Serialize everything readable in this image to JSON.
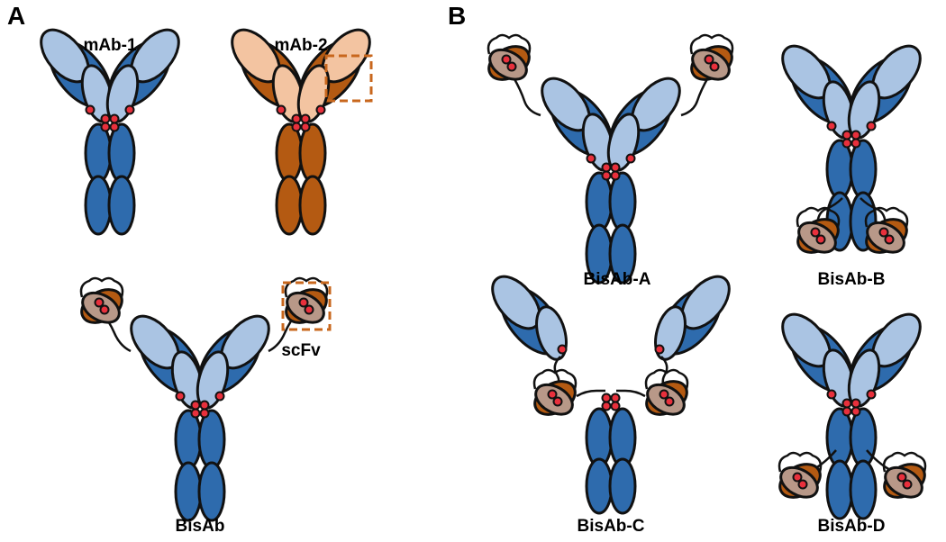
{
  "panels": {
    "a": "A",
    "b": "B"
  },
  "labels": {
    "mab1": "mAb-1",
    "mab2": "mAb-2",
    "scfv": "scFv",
    "bisab": "BisAb",
    "bisab_a": "BisAb-A",
    "bisab_b": "BisAb-B",
    "bisab_c": "BisAb-C",
    "bisab_d": "BisAb-D"
  },
  "colors": {
    "blue_dark": "#2e6bad",
    "blue_light": "#aac4e3",
    "orange_dark": "#b45a12",
    "orange_light": "#f3c4a1",
    "scfv_fill": "#b89888",
    "disulfide": "#e8303c",
    "highlight_box": "#c8671d",
    "outline": "#111111"
  }
}
